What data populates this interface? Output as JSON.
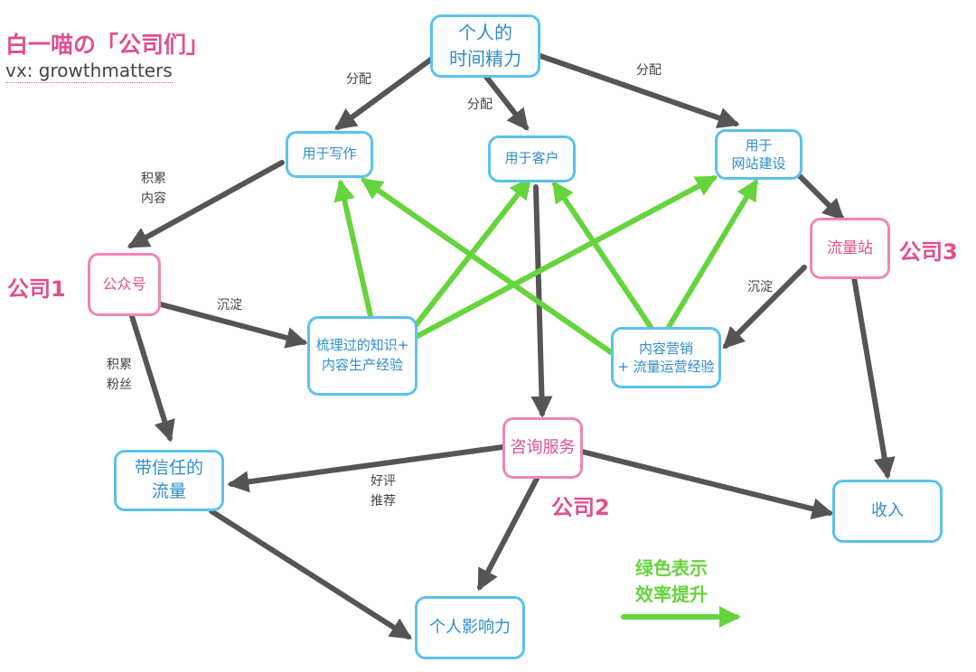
{
  "header": {
    "title": "白一喵の「公司们」",
    "subtitle": "vx: growthmatters"
  },
  "nodes": {
    "time": "个人的\n时间精力",
    "write": "用于写作",
    "client": "用于客户",
    "site": "用于\n网站建设",
    "wechat": "公众号",
    "traffic_site": "流量站",
    "knowledge": "梳理过的知识+\n内容生产经验",
    "marketing": "内容营销\n+ 流量运营经验",
    "consult": "咨询服务",
    "trusted_traffic": "带信任的\n流量",
    "income": "收入",
    "influence": "个人影响力"
  },
  "edge_labels": {
    "alloc_left": "分配",
    "alloc_mid": "分配",
    "alloc_right": "分配",
    "accumulate_content": "积累\n内容",
    "deposit_left": "沉淀",
    "deposit_right": "沉淀",
    "accumulate_fans": "积累\n粉丝",
    "good_review": "好评\n推荐"
  },
  "companies": {
    "c1": "公司1",
    "c2": "公司2",
    "c3": "公司3"
  },
  "legend": {
    "text": "绿色表示\n效率提升"
  },
  "colors": {
    "flow_arrow": "#555555",
    "efficiency_arrow": "#66d43c",
    "node_blue": "#5bc2ec",
    "node_pink": "#ef86b6",
    "company_text": "#e0508f",
    "title_text": "#e0508f"
  }
}
